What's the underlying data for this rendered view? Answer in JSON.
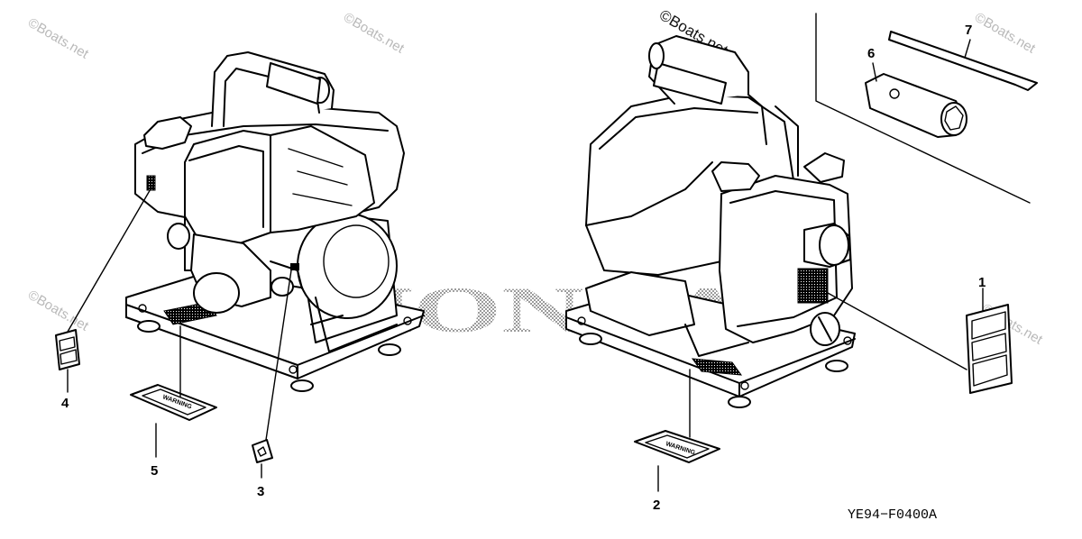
{
  "diagram": {
    "watermark_text": "©Boats.net",
    "overlay_watermark": "©Boats.net",
    "brand_watermark": "HONDA",
    "diagram_code": "YE94−F0400A",
    "callouts": [
      {
        "id": "1",
        "label": "1"
      },
      {
        "id": "2",
        "label": "2"
      },
      {
        "id": "3",
        "label": "3"
      },
      {
        "id": "4",
        "label": "4"
      },
      {
        "id": "5",
        "label": "5"
      },
      {
        "id": "6",
        "label": "6"
      },
      {
        "id": "7",
        "label": "7"
      }
    ],
    "labels": {
      "warning_left": "WARNING",
      "warning_right": "WARNING"
    }
  }
}
